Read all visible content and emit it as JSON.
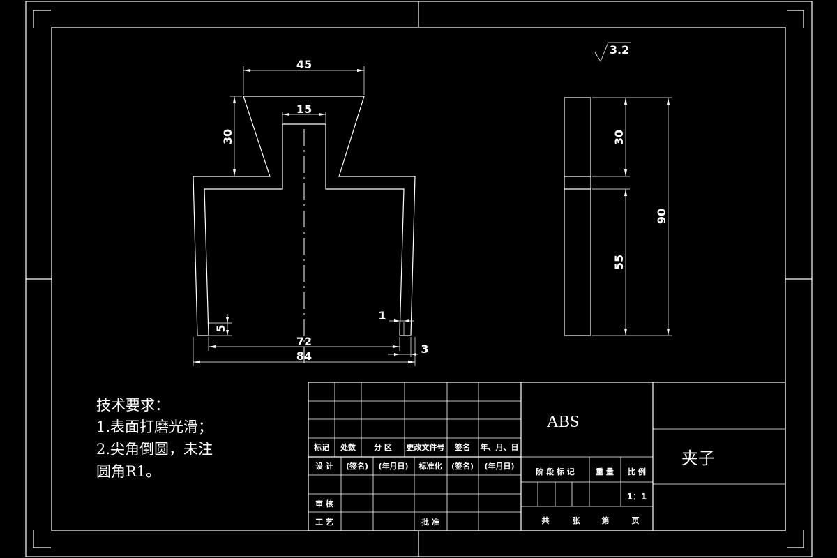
{
  "dimensions": {
    "top_width": "45",
    "neck_width": "15",
    "head_height": "30",
    "overall_width": "84",
    "inner_width": "72",
    "leg_offset": "1",
    "wall": "3",
    "foot_height": "5",
    "side_upper": "30",
    "side_lower": "55",
    "side_total": "90"
  },
  "roughness": "3.2",
  "tech_requirements": {
    "title": "技术要求：",
    "line1": "1.表面打磨光滑；",
    "line2": "2.尖角倒圆，未注",
    "line3": "圆角R1。"
  },
  "title_block": {
    "material": "ABS",
    "part_name": "夹子",
    "scale": "1：1",
    "headers": {
      "mark": "标记",
      "count": "处数",
      "zone": "分 区",
      "doc_no": "更改文件号",
      "sign": "签名",
      "date": "年、月、日"
    },
    "design": "设 计",
    "sign_name": "(签名)",
    "ymd": "(年月日)",
    "standardize": "标准化",
    "sign_name2": "(签名)",
    "ymd2": "(年月日)",
    "stage_mark": "阶 段 标 记",
    "weight": "重 量",
    "ratio": "比 例",
    "review": "审 核",
    "process": "工 艺",
    "approve": "批 准",
    "total": "共",
    "sheets": "张",
    "nth": "第",
    "page": "页"
  }
}
